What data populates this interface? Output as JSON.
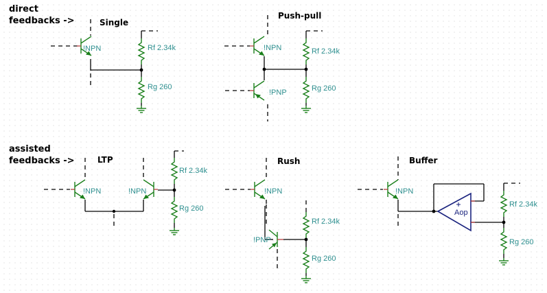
{
  "headings": {
    "direct": [
      "direct",
      "feedbacks ->"
    ],
    "assisted": [
      "assisted",
      "feedbacks ->"
    ]
  },
  "titles": {
    "single": "Single",
    "push_pull": "Push-pull",
    "ltp": "LTP",
    "rush": "Rush",
    "buffer": "Buffer"
  },
  "components": {
    "npn": "!NPN",
    "pnp": "!PNP",
    "rf": "Rf  2.34k",
    "rg": "Rg  260",
    "opamp": "Aop"
  },
  "colors": {
    "wire": "#000000",
    "device": "#1a7f1a",
    "label": "#2e8f8f",
    "opamp": "#1a237e",
    "pin": "#b03030"
  }
}
